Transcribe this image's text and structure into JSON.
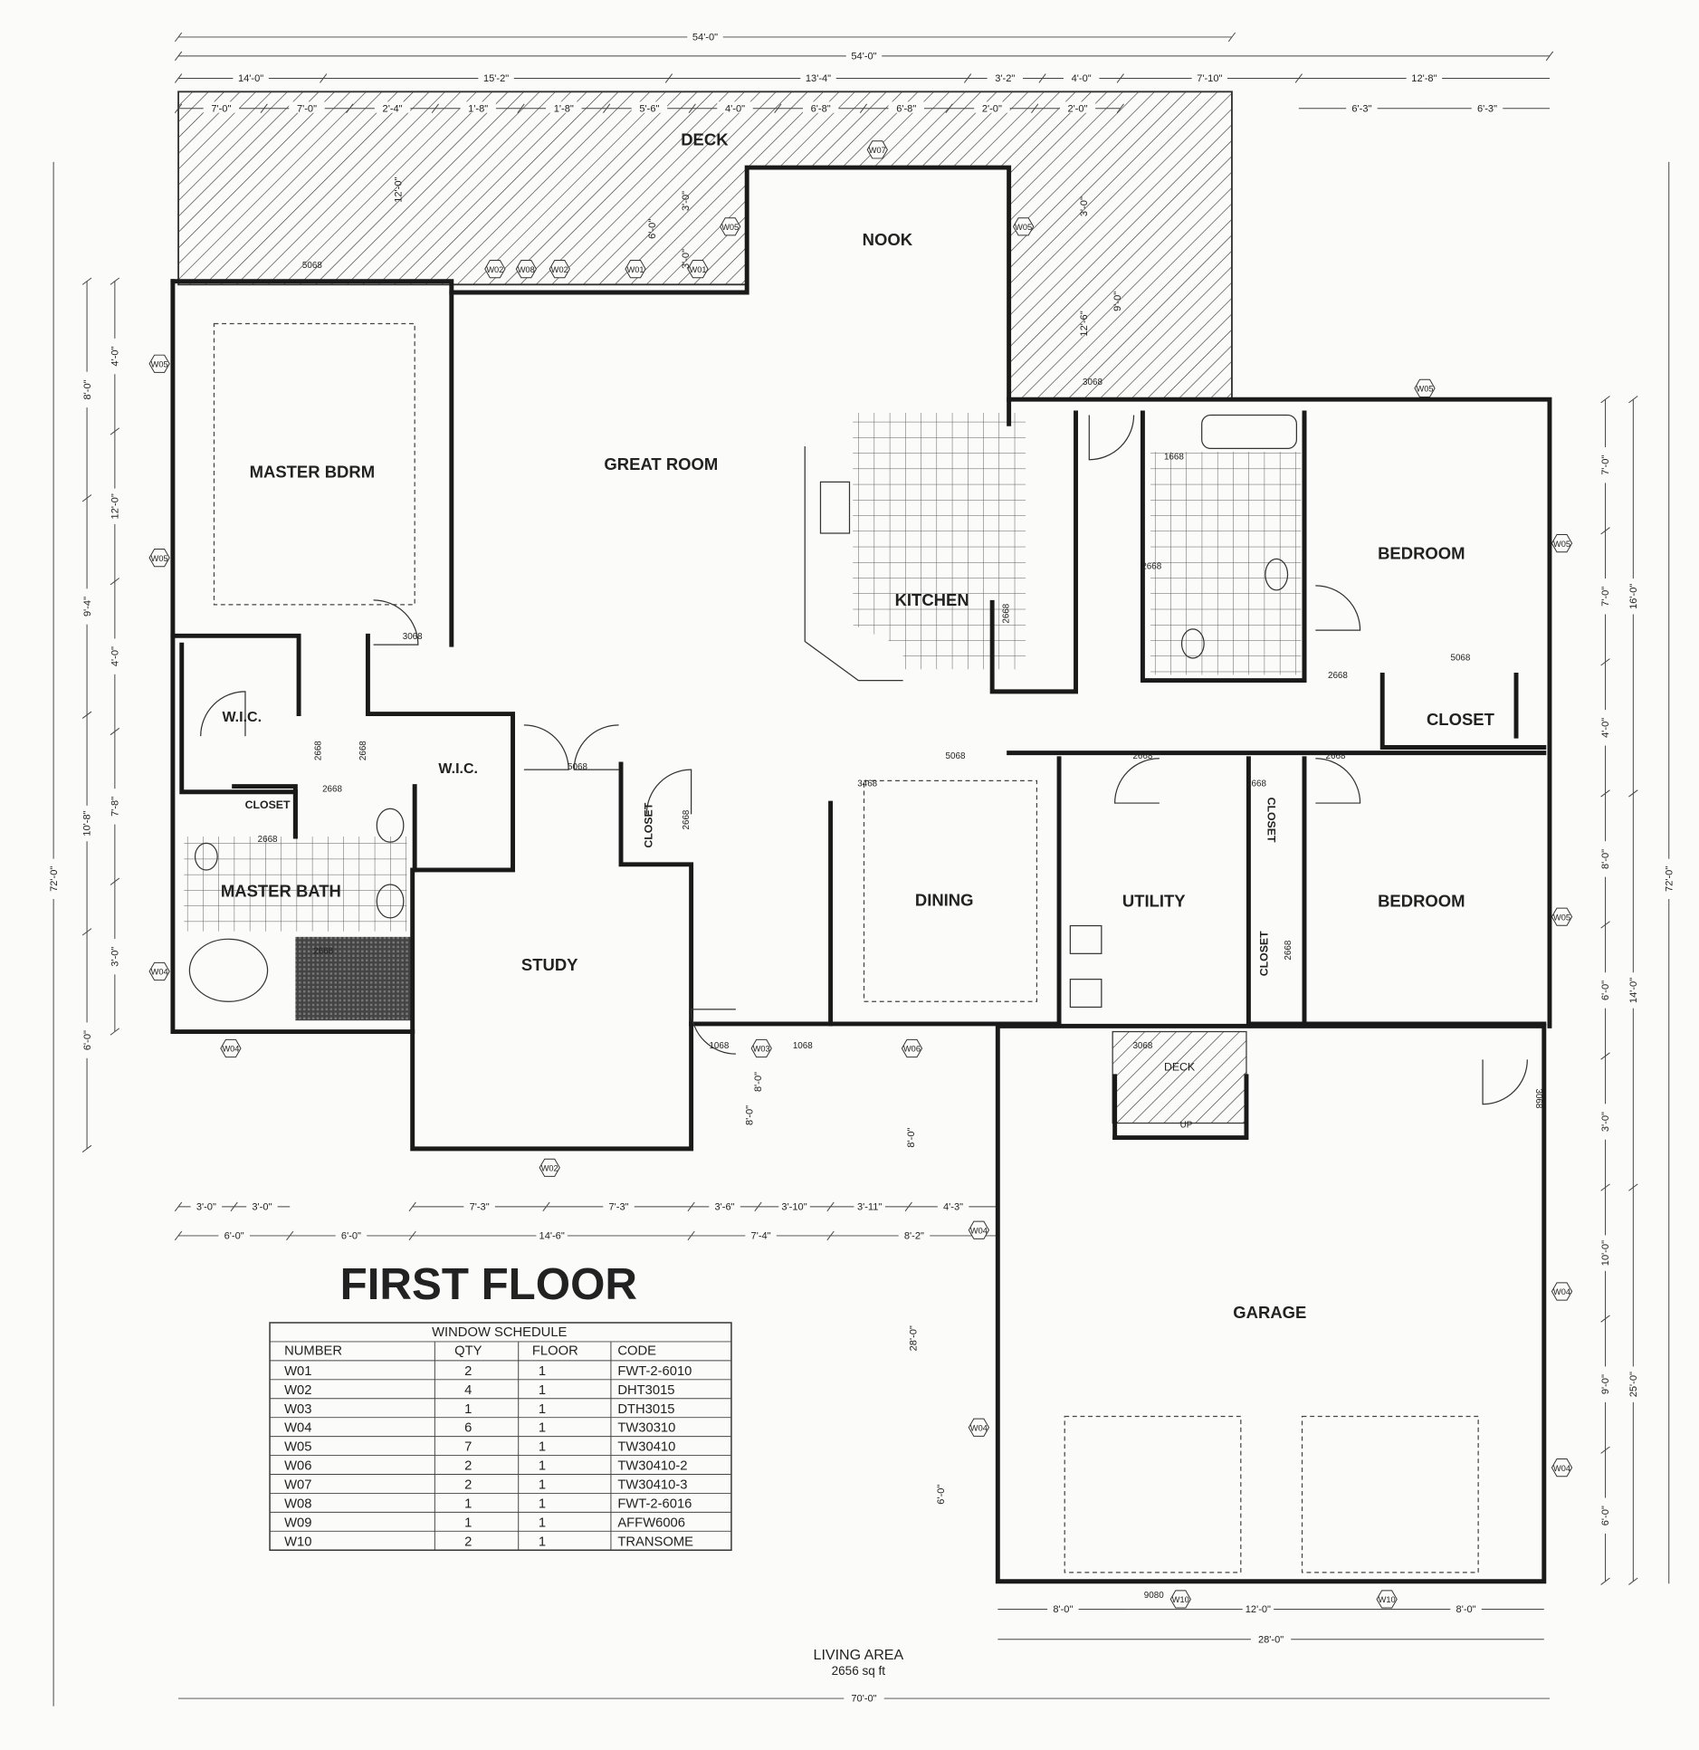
{
  "title": "FIRST FLOOR",
  "living_area": {
    "label": "LIVING AREA",
    "value": "2656 sq ft"
  },
  "rooms": {
    "deck": "DECK",
    "nook": "NOOK",
    "great_room": "GREAT ROOM",
    "master_bdrm": "MASTER BDRM",
    "kitchen": "KITCHEN",
    "bedroom_1": "BEDROOM",
    "bedroom_2": "BEDROOM",
    "closet_1": "CLOSET",
    "closet_2": "CLOSET",
    "closet_3": "CLOSET",
    "closet_4": "CLOSET",
    "closet_5": "CLOSET",
    "wic_1": "W.I.C.",
    "wic_2": "W.I.C.",
    "master_bath": "MASTER BATH",
    "study": "STUDY",
    "dining": "DINING",
    "utility": "UTILITY",
    "garage": "GARAGE",
    "deck_small": "DECK",
    "up": "UP"
  },
  "dimensions": {
    "top_overall": [
      "54'-0\"",
      "70'-0\""
    ],
    "top_row1": [
      "14'-0\"",
      "15'-2\"",
      "13'-4\"",
      "3'-2\"",
      "4'-0\"",
      "7'-10\"",
      "12'-8\""
    ],
    "top_row2": [
      "7'-0\"",
      "7'-0\"",
      "2'-4\"",
      "1'-8\"",
      "1'-8\"",
      "5'-6\"",
      "4'-0\"",
      "6'-8\"",
      "6'-8\"",
      "2'-0\"",
      "2'-0\"",
      "6'-3\"",
      "6'-3\""
    ],
    "deck_vertical": [
      "12'-0\"",
      "3'-0\"",
      "6'-0\"",
      "3'-0\"",
      "3'-0\"",
      "12'-6\"",
      "9'-0\""
    ],
    "left_outer": "72'-0\"",
    "left_mid": [
      "8'-0\"",
      "9'-4\"",
      "10'-8\"",
      "6'-0\""
    ],
    "left_inner": [
      "4'-0\"",
      "12'-0\"",
      "4'-0\"",
      "7'-8\"",
      "3'-0\""
    ],
    "right_inner": [
      "7'-0\"",
      "7'-0\"",
      "4'-0\"",
      "8'-0\"",
      "6'-0\"",
      "3'-0\"",
      "10'-0\"",
      "9'-0\"",
      "6'-0\""
    ],
    "right_mid": [
      "16'-0\"",
      "14'-0\"",
      "25'-0\""
    ],
    "right_outer": "72'-0\"",
    "bottom_row1": [
      "3'-0\"",
      "3'-0\"",
      "7'-3\"",
      "7'-3\"",
      "3'-6\"",
      "3'-10\"",
      "3'-11\"",
      "4'-3\""
    ],
    "bottom_row2": [
      "6'-0\"",
      "6'-0\"",
      "14'-6\"",
      "7'-4\"",
      "8'-2\""
    ],
    "interior_vertical": [
      "8'-0\"",
      "8'-0\"",
      "28'-0\"",
      "6'-0\"",
      "8'-0\""
    ],
    "garage_row": [
      "8'-0\"",
      "12'-0\"",
      "8'-0\""
    ],
    "garage_total": "28'-0\"",
    "bottom_overall": "70'-0\""
  },
  "door_codes": [
    "5068",
    "3068",
    "3068",
    "2668",
    "2668",
    "1668",
    "2668",
    "2668",
    "2668",
    "5068",
    "2668",
    "2668",
    "2668",
    "5068",
    "2668",
    "3468",
    "5068",
    "2668",
    "2668",
    "2668",
    "2668",
    "1068",
    "1068",
    "3068",
    "3068",
    "9080"
  ],
  "window_tags": [
    "W07",
    "W05",
    "W05",
    "W02",
    "W08",
    "W02",
    "W01",
    "W01",
    "W05",
    "W05",
    "W05",
    "W04",
    "W04",
    "W05",
    "W05",
    "W03",
    "W06",
    "W02",
    "W04",
    "W04",
    "W04",
    "W04",
    "W10",
    "W10"
  ],
  "window_schedule": {
    "title": "WINDOW SCHEDULE",
    "columns": [
      "NUMBER",
      "QTY",
      "FLOOR",
      "CODE"
    ],
    "rows": [
      [
        "W01",
        "2",
        "1",
        "FWT-2-6010"
      ],
      [
        "W02",
        "4",
        "1",
        "DHT3015"
      ],
      [
        "W03",
        "1",
        "1",
        "DTH3015"
      ],
      [
        "W04",
        "6",
        "1",
        "TW30310"
      ],
      [
        "W05",
        "7",
        "1",
        "TW30410"
      ],
      [
        "W06",
        "2",
        "1",
        "TW30410-2"
      ],
      [
        "W07",
        "2",
        "1",
        "TW30410-3"
      ],
      [
        "W08",
        "1",
        "1",
        "FWT-2-6016"
      ],
      [
        "W09",
        "1",
        "1",
        "AFFW6006"
      ],
      [
        "W10",
        "2",
        "1",
        "TRANSOME"
      ]
    ]
  },
  "colors": {
    "ink": "#1a1a1a",
    "paper": "#fbfbf9",
    "bath_tile": "#555555"
  }
}
